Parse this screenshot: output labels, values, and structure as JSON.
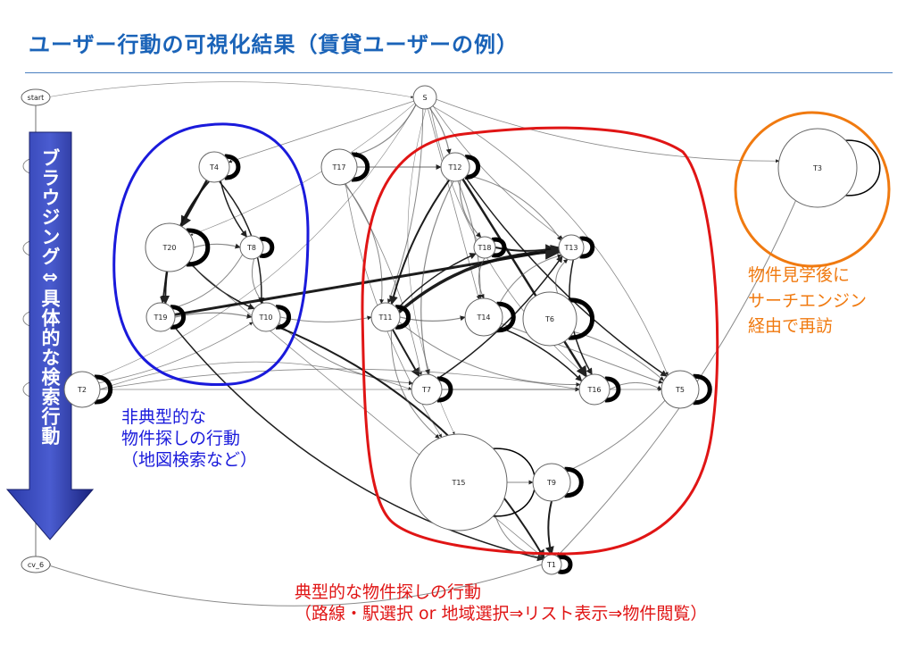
{
  "title": "ユーザー行動の可視化結果（賃貸ユーザーの例）",
  "arrow_label": "ブラウジング⇔具体的な検索行動",
  "nodes": [
    {
      "id": "start",
      "label": "start"
    },
    {
      "id": "cv_6",
      "label": "cv_6"
    },
    {
      "id": "S",
      "label": "S"
    },
    {
      "id": "T2",
      "label": "T2"
    },
    {
      "id": "T3",
      "label": "T3"
    },
    {
      "id": "T4",
      "label": "T4"
    },
    {
      "id": "T5",
      "label": "T5"
    },
    {
      "id": "T6",
      "label": "T6"
    },
    {
      "id": "T7",
      "label": "T7"
    },
    {
      "id": "T8",
      "label": "T8"
    },
    {
      "id": "T9",
      "label": "T9"
    },
    {
      "id": "T10",
      "label": "T10"
    },
    {
      "id": "T11",
      "label": "T11"
    },
    {
      "id": "T12",
      "label": "T12"
    },
    {
      "id": "T13",
      "label": "T13"
    },
    {
      "id": "T14",
      "label": "T14"
    },
    {
      "id": "T15",
      "label": "T15"
    },
    {
      "id": "T16",
      "label": "T16"
    },
    {
      "id": "T17",
      "label": "T17"
    },
    {
      "id": "T18",
      "label": "T18"
    },
    {
      "id": "T19",
      "label": "T19"
    },
    {
      "id": "T20",
      "label": "T20"
    },
    {
      "id": "T1",
      "label": "T1"
    }
  ],
  "annotations": {
    "atypical": [
      "非典型的な",
      "物件探しの行動",
      "（地図検索など）"
    ],
    "revisit": [
      "物件見学後に",
      "サーチエンジン",
      "経由で再訪"
    ],
    "typical": [
      "典型的な物件探しの行動",
      "（路線・駅選択 or 地域選択⇒リスト表示⇒物件閲覧）"
    ]
  },
  "colors": {
    "title": "#1a63b8",
    "atypical_group": "#1a1adb",
    "revisit_group": "#f07a10",
    "typical_group": "#e01515",
    "arrow": "#1f2f9c"
  }
}
